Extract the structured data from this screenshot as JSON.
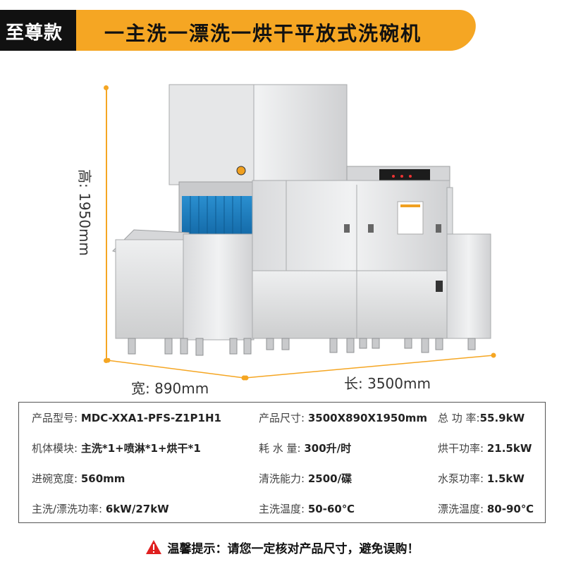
{
  "banner": {
    "label": "至尊款",
    "title": "一主洗一漂洗一烘干平放式洗碗机"
  },
  "dimensions": {
    "height": "高: 1950mm",
    "width": "宽: 890mm",
    "length": "长: 3500mm"
  },
  "specs": {
    "model_label": "产品型号:",
    "model_value": "MDC-XXA1-PFS-Z1P1H1",
    "size_label": "产品尺寸:",
    "size_value": "3500X890X1950mm",
    "total_power_label": "总 功 率:",
    "total_power_value": "55.9kW",
    "module_label": "机体模块:",
    "module_value": "主洗*1+喷淋*1+烘干*1",
    "water_label": "耗 水 量:",
    "water_value": "300升/时",
    "dry_power_label": "烘干功率:",
    "dry_power_value": "21.5kW",
    "width_label": "进碗宽度:",
    "width_value": "560mm",
    "capacity_label": "清洗能力:",
    "capacity_value": "2500/碟",
    "pump_label": "水泵功率:",
    "pump_value": "1.5kW",
    "wash_power_label": "主洗/漂洗功率:",
    "wash_power_value": "6kW/27kW",
    "wash_temp_label": "主洗温度:",
    "wash_temp_value": "50-60℃",
    "rinse_temp_label": "漂洗温度:",
    "rinse_temp_value": "80-90℃"
  },
  "warning": {
    "text": "温馨提示：请您一定核对产品尺寸，避免误购！",
    "icon": "warning-triangle-icon",
    "color": "#e02020"
  },
  "colors": {
    "accent": "#f5a623",
    "dark": "#111111"
  }
}
